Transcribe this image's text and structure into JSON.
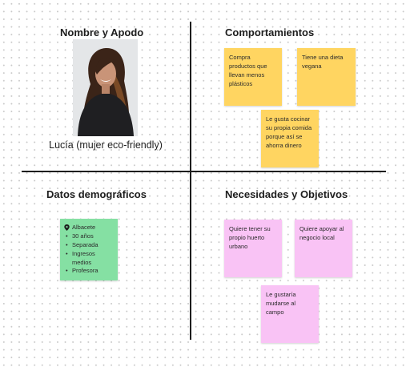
{
  "quadrants": {
    "profile": {
      "title": "Nombre y Apodo",
      "caption": "Lucía (mujer eco-friendly)"
    },
    "behaviors": {
      "title": "Comportamientos",
      "notes": [
        "Compra productos que llevan menos plásticos",
        "Tiene una dieta vegana",
        "Le gusta cocinar su propia comida porque así se ahorra dinero"
      ]
    },
    "demographics": {
      "title": "Datos demográficos",
      "location": "Albacete",
      "items": [
        "30 años",
        "Separada",
        "Ingresos medios",
        "Profesora"
      ]
    },
    "needs": {
      "title": "Necesidades y Objetivos",
      "notes": [
        "Quiere tener su propio huerto urbano",
        "Quiere apoyar al negocio local",
        "Le gustaría mudarse al campo"
      ]
    }
  },
  "colors": {
    "yellow_note": "#ffd561",
    "pink_note": "#f9c3f5",
    "green_note": "#85e0a3",
    "divider": "#1e1e1e"
  }
}
